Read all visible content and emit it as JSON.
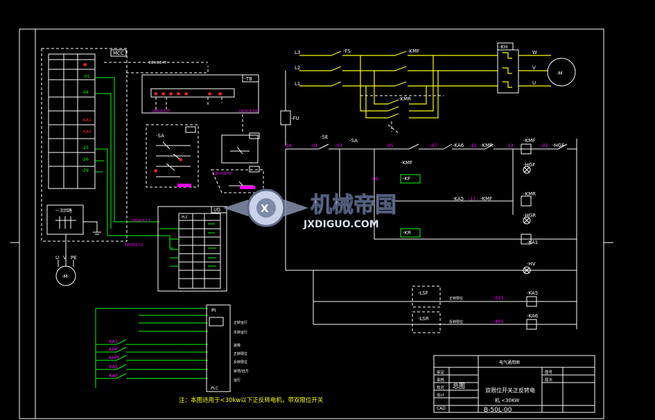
{
  "colors": {
    "background": "#000000",
    "frame": "#ffffff",
    "power": "#ffff00",
    "control": "#ffffff",
    "wire_label": "#ff00ff",
    "signal": "#00ff00",
    "watermark": "#9aa7c2"
  },
  "mcc": {
    "title": "MCC"
  },
  "power_circuit": {
    "phases": [
      "L3",
      "L2",
      "L1"
    ],
    "breaker": "-FS",
    "contactor_fwd": "-KMF",
    "contactor_rev": "-KMR",
    "overload": "-KH",
    "motor": "-M",
    "motor_terms": [
      "W",
      "V",
      "U"
    ],
    "fuse": "-FU"
  },
  "terminal_block": {
    "label": "-TB"
  },
  "selector": {
    "label": "-SA"
  },
  "control_circuit": {
    "labels": [
      "-1A",
      "-SE",
      "-SA",
      "-KA6",
      "-KMR",
      "-KMF",
      "-KMF",
      "-KMR",
      "-KF",
      "-KR",
      "-KA5",
      "-KA1",
      "-HV",
      "-LSF",
      "-LSR",
      "-KA5",
      "-KA6",
      "-HGF",
      "-HGR"
    ],
    "nodes": [
      "-01",
      "-03",
      "-05",
      "-07",
      "-09",
      "-11",
      "-13",
      "-02",
      "-17",
      "-025",
      "-805"
    ],
    "lsf_note": "正转限位",
    "lsr_note": "反转限位"
  },
  "meter_box": {
    "label": "一次回路"
  },
  "motor_small": {
    "label": "-M",
    "terms": [
      "U",
      "V",
      "PE"
    ]
  },
  "io_box": {
    "title": "I/O",
    "sub": "PLC"
  },
  "plc": {
    "title": "PI",
    "bottom": "PLC"
  },
  "plc_inputs": [
    "-KA1",
    "-KMF",
    "-KMR",
    "-KA5",
    "-KA6"
  ],
  "plc_outputs": [
    "正转运行",
    "反转运行",
    "故障",
    "正转限位",
    "反转限位",
    "就地/远方",
    "运行"
  ],
  "note": "注：本图适用于<30kw以下正反转电机，带双限位开关",
  "title_block": {
    "rows": [
      "审定",
      "审核",
      "校对",
      "设计",
      "CAD"
    ],
    "header": "电气通用图",
    "title_main": "总图",
    "title_lines": [
      "双限位开关正反转电",
      "机 <30KW"
    ],
    "code": "B-50L-00",
    "right": [
      "图号",
      "版次"
    ]
  },
  "watermark": {
    "cn": "机械帝国",
    "url": "JXDIGUO.COM"
  }
}
